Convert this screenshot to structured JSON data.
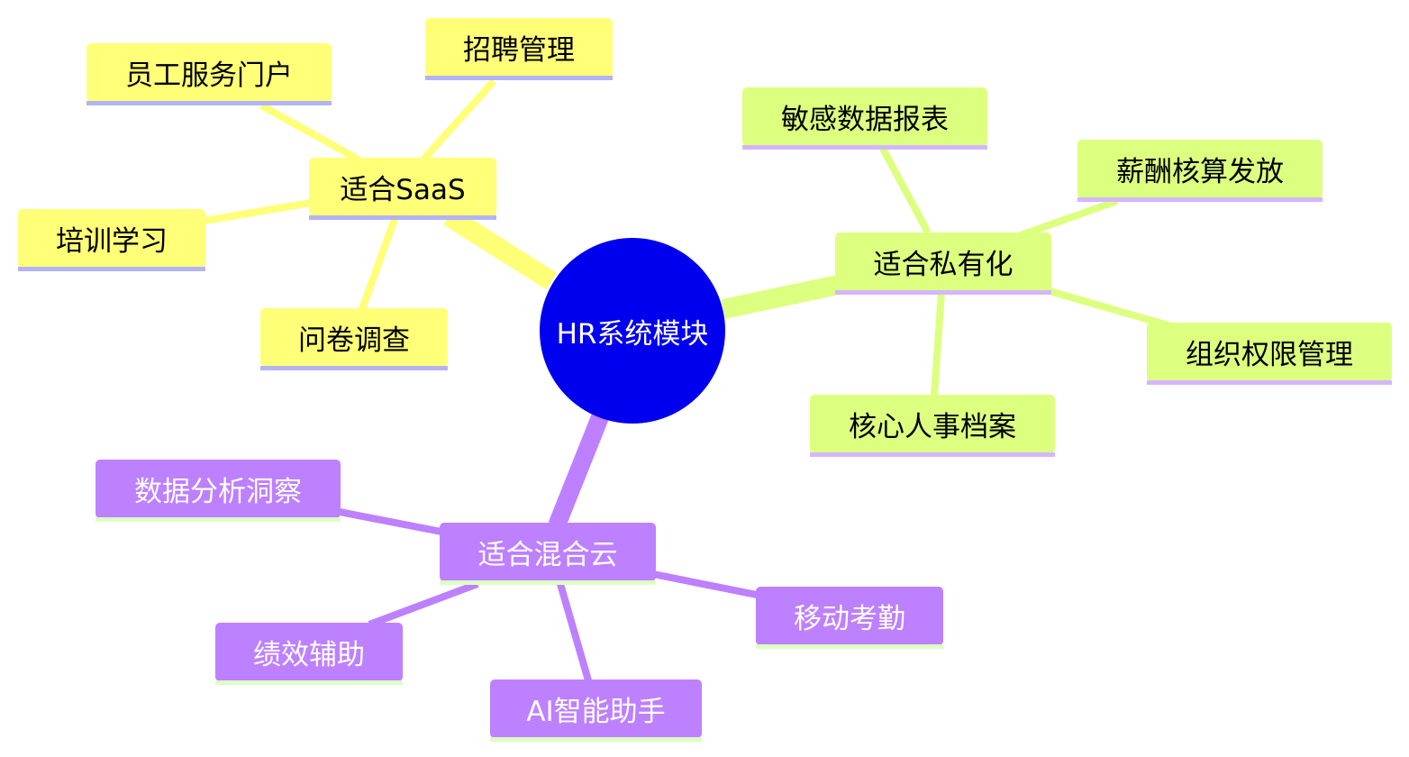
{
  "root": {
    "label": "HR系统模块"
  },
  "branches": {
    "saas": {
      "label": "适合SaaS",
      "color": "#ffff78",
      "children": [
        "员工服务门户",
        "招聘管理",
        "培训学习",
        "问卷调查"
      ]
    },
    "private": {
      "label": "适合私有化",
      "color": "#ddff80",
      "children": [
        "敏感数据报表",
        "薪酬核算发放",
        "组织权限管理",
        "核心人事档案"
      ]
    },
    "hybrid": {
      "label": "适合混合云",
      "color": "#bd80ff",
      "children": [
        "数据分析洞察",
        "移动考勤",
        "绩效辅助",
        "AI智能助手"
      ]
    }
  }
}
